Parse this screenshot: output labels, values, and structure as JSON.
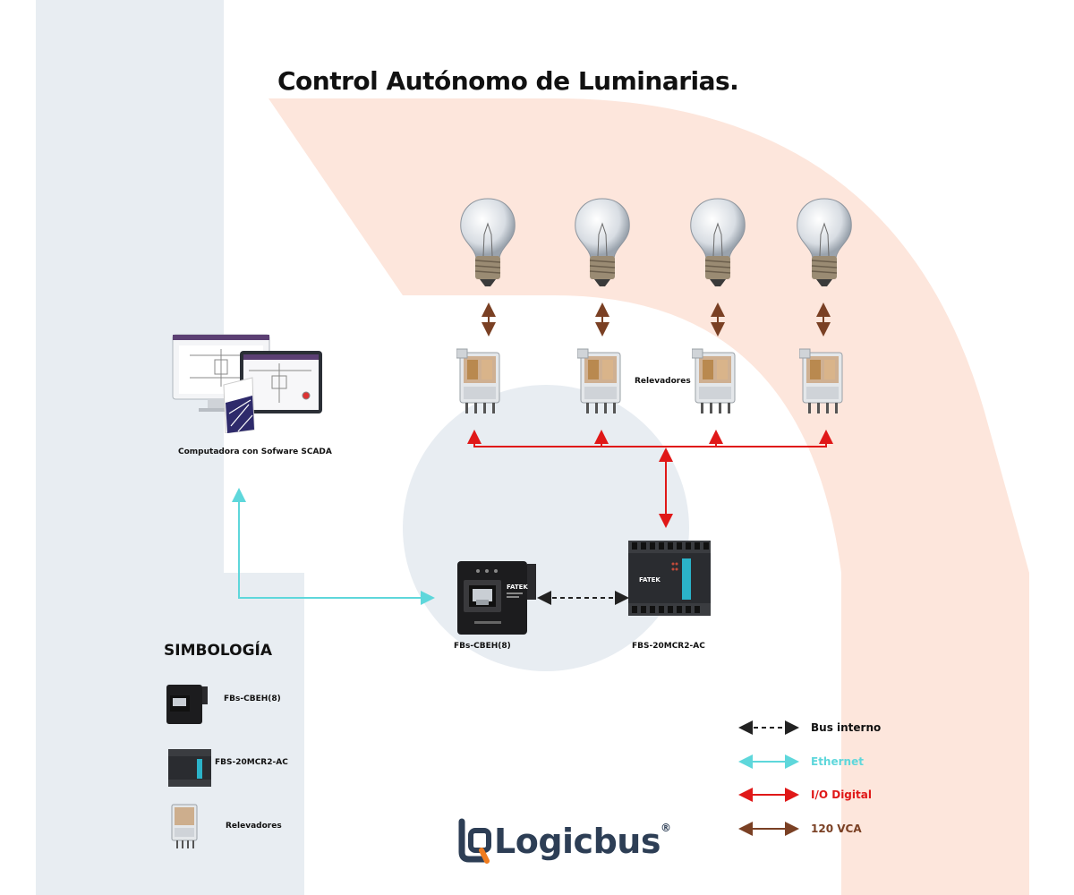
{
  "title": "Control Autónomo de Luminarias.",
  "labels": {
    "computer": "Computadora con Sofware SCADA",
    "relays": "Relevadores",
    "ethernet_module": "FBs-CBEH(8)",
    "plc": "FBS-20MCR2-AC"
  },
  "simbologia": {
    "title": "SIMBOLOGÍA",
    "items": [
      {
        "label": "FBs-CBEH(8)",
        "icon": "ethernet-module-icon"
      },
      {
        "label": "FBS-20MCR2-AC",
        "icon": "plc-icon"
      },
      {
        "label": "Relevadores",
        "icon": "relay-icon"
      }
    ]
  },
  "connection_legend": [
    {
      "label": "Bus interno",
      "color": "#222222",
      "style": "dashed"
    },
    {
      "label": "Ethernet",
      "color": "#5ed7db",
      "style": "solid"
    },
    {
      "label": "I/O Digital",
      "color": "#e01818",
      "style": "solid"
    },
    {
      "label": "120 VCA",
      "color": "#7a4024",
      "style": "solid"
    }
  ],
  "device_text": {
    "module_brand": "FATEK",
    "plc_brand": "FATEK"
  },
  "logo": {
    "text": "Logicbus",
    "registered": "®"
  },
  "colors": {
    "bg_gray": "#e8edf2",
    "bg_peach": "#fde6dc",
    "ethernet": "#5ed7db",
    "io": "#e01818",
    "power": "#7a4024",
    "logo_blue": "#2d3e55",
    "logo_orange": "#f07c1e"
  }
}
